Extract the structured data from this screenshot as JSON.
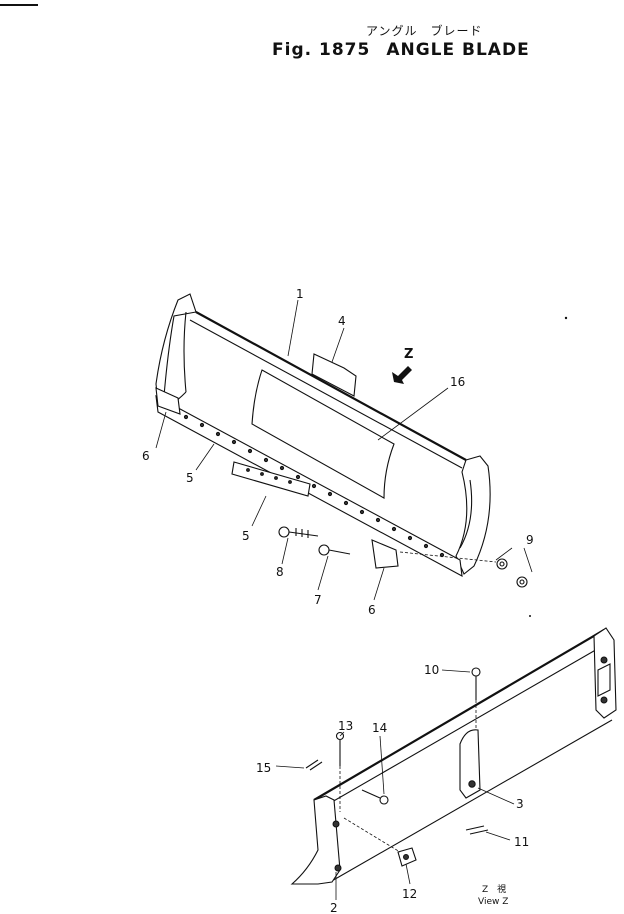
{
  "header": {
    "title_jp": "アングル　ブレード",
    "fig_label": "Fig. 1875",
    "title_en": "ANGLE BLADE"
  },
  "callouts": {
    "c1": "1",
    "c2": "2",
    "c3": "3",
    "c4": "4",
    "c5a": "5",
    "c5b": "5",
    "c6a": "6",
    "c6b": "6",
    "c7": "7",
    "c8": "8",
    "c9": "9",
    "c10": "10",
    "c11": "11",
    "c12": "12",
    "c13": "13",
    "c14": "14",
    "c15": "15",
    "c16": "16"
  },
  "view_arrow_label": "Z",
  "view_caption": {
    "line1": "Z　視",
    "line2": "View  Z"
  }
}
